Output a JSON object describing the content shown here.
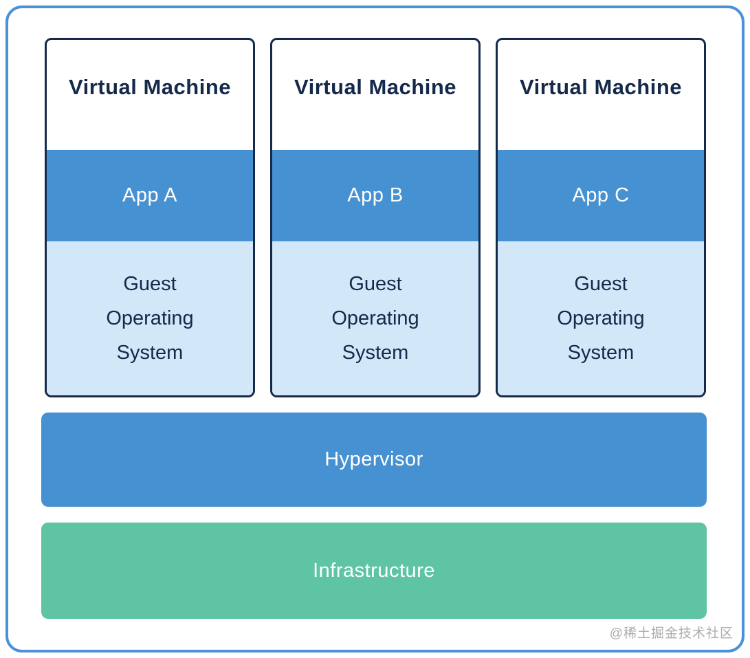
{
  "diagram": {
    "virtual_machines": [
      {
        "title": "Virtual Machine",
        "app_label": "App A",
        "os_label": "Guest Operating System"
      },
      {
        "title": "Virtual Machine",
        "app_label": "App B",
        "os_label": "Guest Operating System"
      },
      {
        "title": "Virtual Machine",
        "app_label": "App C",
        "os_label": "Guest Operating System"
      }
    ],
    "hypervisor_label": "Hypervisor",
    "infrastructure_label": "Infrastructure",
    "watermark": "@稀土掘金技术社区",
    "colors": {
      "outer_border_blue": "#4a92d8",
      "card_border_navy": "#15294b",
      "title_text_navy": "#15294b",
      "app_block_blue": "#4691d1",
      "guest_os_light_blue": "#d2e7f8",
      "hypervisor_blue": "#4691d1",
      "infrastructure_green": "#5ec4a3",
      "watermark_gray": "#a9acb0"
    }
  }
}
